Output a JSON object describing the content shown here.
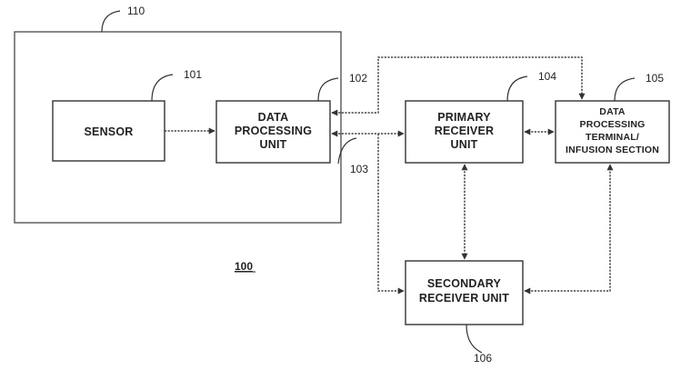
{
  "diagram": {
    "figure_label": "100",
    "system_ref": "110",
    "blocks": {
      "sensor": {
        "ref": "101",
        "lines": [
          "SENSOR"
        ]
      },
      "data_processing_unit": {
        "ref": "102",
        "lines": [
          "DATA",
          "PROCESSING",
          "UNIT"
        ]
      },
      "primary_receiver": {
        "ref": "104",
        "lines": [
          "PRIMARY",
          "RECEIVER",
          "UNIT"
        ]
      },
      "terminal": {
        "ref": "105",
        "lines": [
          "DATA",
          "PROCESSING",
          "TERMINAL/",
          "INFUSION SECTION"
        ]
      },
      "secondary_receiver": {
        "ref": "106",
        "lines": [
          "SECONDARY",
          "RECEIVER UNIT"
        ]
      }
    },
    "link_refs": {
      "communication_link": "103"
    }
  }
}
